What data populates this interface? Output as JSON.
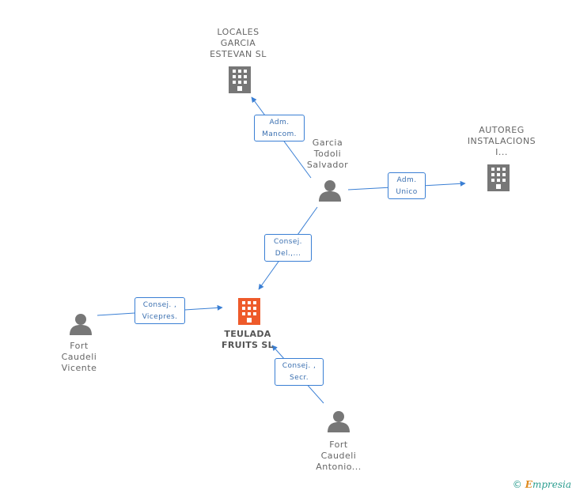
{
  "colors": {
    "edge": "#3a7fd4",
    "person_icon": "#777777",
    "company_icon": "#777777",
    "main_company_icon": "#ee5a2a"
  },
  "nodes": {
    "locales": {
      "lines": [
        "LOCALES",
        "GARCIA",
        "ESTEVAN SL"
      ],
      "icon": "building-icon"
    },
    "autoreg": {
      "lines": [
        "AUTOREG",
        "INSTALACIONS",
        "I..."
      ],
      "icon": "building-icon"
    },
    "garcia": {
      "lines": [
        "Garcia",
        "Todoli",
        "Salvador"
      ],
      "icon": "person-icon"
    },
    "teulada": {
      "lines": [
        "TEULADA",
        "FRUITS SL"
      ],
      "icon": "building-icon"
    },
    "fort_vicente": {
      "lines": [
        "Fort",
        "Caudeli",
        "Vicente"
      ],
      "icon": "person-icon"
    },
    "fort_antonio": {
      "lines": [
        "Fort",
        "Caudeli",
        "Antonio..."
      ],
      "icon": "person-icon"
    }
  },
  "edges": {
    "adm_mancom": {
      "lines": [
        "Adm.",
        "Mancom."
      ]
    },
    "adm_unico": {
      "lines": [
        "Adm.",
        "Unico"
      ]
    },
    "consej_del": {
      "lines": [
        "Consej.",
        "Del.,..."
      ]
    },
    "consej_vicepres": {
      "lines": [
        "Consej. ,",
        "Vicepres."
      ]
    },
    "consej_secr": {
      "lines": [
        "Consej. ,",
        "Secr."
      ]
    }
  },
  "footer": {
    "copyright": "©",
    "brand_initial": "E",
    "brand_rest": "mpresia"
  }
}
